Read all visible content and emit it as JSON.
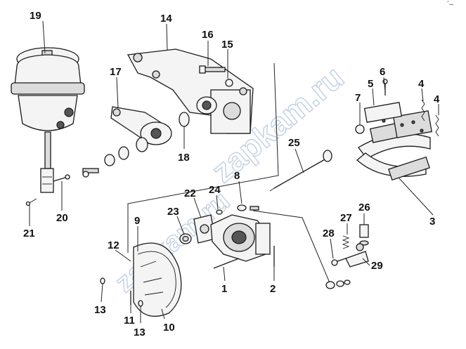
{
  "corner_mark": "´–",
  "watermarks": [
    "zapkam.ru",
    "zapkam.ru"
  ],
  "callouts": [
    {
      "id": "c19",
      "text": "19"
    },
    {
      "id": "c14",
      "text": "14"
    },
    {
      "id": "c16",
      "text": "16"
    },
    {
      "id": "c15",
      "text": "15"
    },
    {
      "id": "c17",
      "text": "17"
    },
    {
      "id": "c18",
      "text": "18"
    },
    {
      "id": "c6",
      "text": "6"
    },
    {
      "id": "c5",
      "text": "5"
    },
    {
      "id": "c7",
      "text": "7"
    },
    {
      "id": "c4a",
      "text": "4"
    },
    {
      "id": "c4b",
      "text": "4"
    },
    {
      "id": "c25",
      "text": "25"
    },
    {
      "id": "c3",
      "text": "3"
    },
    {
      "id": "c8",
      "text": "8"
    },
    {
      "id": "c22",
      "text": "22"
    },
    {
      "id": "c24",
      "text": "24"
    },
    {
      "id": "c23",
      "text": "23"
    },
    {
      "id": "c20",
      "text": "20"
    },
    {
      "id": "c21",
      "text": "21"
    },
    {
      "id": "c9",
      "text": "9"
    },
    {
      "id": "c12",
      "text": "12"
    },
    {
      "id": "c26",
      "text": "26"
    },
    {
      "id": "c27",
      "text": "27"
    },
    {
      "id": "c28",
      "text": "28"
    },
    {
      "id": "c29",
      "text": "29"
    },
    {
      "id": "c1",
      "text": "1"
    },
    {
      "id": "c2",
      "text": "2"
    },
    {
      "id": "c13a",
      "text": "13"
    },
    {
      "id": "c11",
      "text": "11"
    },
    {
      "id": "c13b",
      "text": "13"
    },
    {
      "id": "c10",
      "text": "10"
    }
  ]
}
